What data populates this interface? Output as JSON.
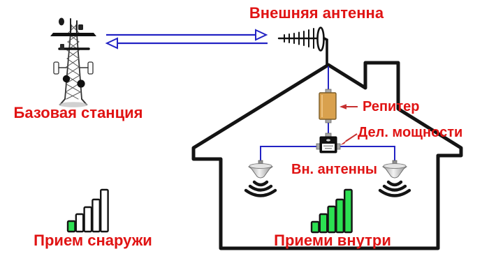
{
  "labels": {
    "base_station": "Базовая станция",
    "external_antenna": "Внешняя антенна",
    "repeater": "Репитер",
    "power_divider": "Дел. мощности",
    "internal_antennas": "Вн. антенны"
  },
  "signal_bars": {
    "outside": {
      "label": "Прием снаружи",
      "levels": 5,
      "active": 1,
      "heights": [
        15,
        25,
        35,
        46,
        60
      ]
    },
    "inside": {
      "label": "Приеми внутри",
      "levels": 5,
      "active": 5,
      "heights": [
        15,
        26,
        37,
        47,
        61
      ]
    }
  },
  "icons": {
    "tower": "cell-tower-icon",
    "yagi": "yagi-antenna-icon",
    "ceiling_antenna": "ceiling-antenna-icon"
  },
  "colors": {
    "label_red": "#e01313",
    "arrow_red": "#c63030",
    "line_blue": "#2323c4",
    "bar_green": "#2ce052",
    "bar_empty": "#ffffff",
    "repeater_orange": "#d9a14e",
    "outline_black": "#141414"
  }
}
